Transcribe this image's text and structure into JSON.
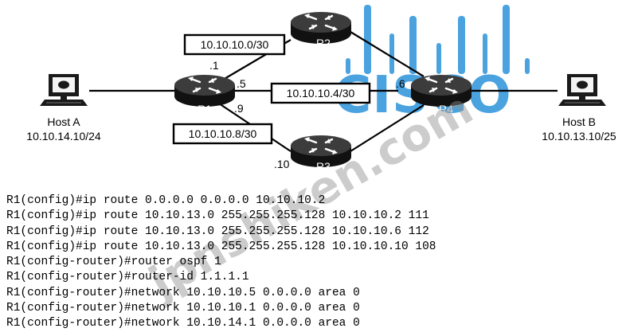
{
  "diagram": {
    "hosts": {
      "host_a": {
        "name": "Host A",
        "ip": "10.10.14.10/24"
      },
      "host_b": {
        "name": "Host B",
        "ip": "10.10.13.10/25"
      }
    },
    "routers": {
      "r1": "R1",
      "r2": "R2",
      "r3": "R3",
      "r4": "R4"
    },
    "subnets": {
      "r1_r2": "10.10.10.0/30",
      "r1_r4": "10.10.10.4/30",
      "r1_r3": "10.10.10.8/30"
    },
    "interfaces": {
      "r1_to_r2": ".1",
      "r1_to_r4": ".5",
      "r1_to_r3": ".9",
      "r4_to_r1": ".6",
      "r3_to_r1": ".10"
    },
    "watermark": {
      "logo": "CISCO",
      "diagonal": "jpnshiken.com"
    },
    "colors": {
      "router_top": "#3c3c3c",
      "router_body": "#111111",
      "watermark_blue": "#4aa3df"
    }
  },
  "config_lines": [
    "R1(config)#ip route 0.0.0.0 0.0.0.0 10.10.10.2",
    "R1(config)#ip route 10.10.13.0 255.255.255.128 10.10.10.2 111",
    "R1(config)#ip route 10.10.13.0 255.255.255.128 10.10.10.6 112",
    "R1(config)#ip route 10.10.13.0 255.255.255.128 10.10.10.10 108",
    "R1(config-router)#router ospf 1",
    "R1(config-router)#router-id 1.1.1.1",
    "R1(config-router)#network 10.10.10.5 0.0.0.0 area 0",
    "R1(config-router)#network 10.10.10.1 0.0.0.0 area 0",
    "R1(config-router)#network 10.10.14.1 0.0.0.0 area 0"
  ]
}
